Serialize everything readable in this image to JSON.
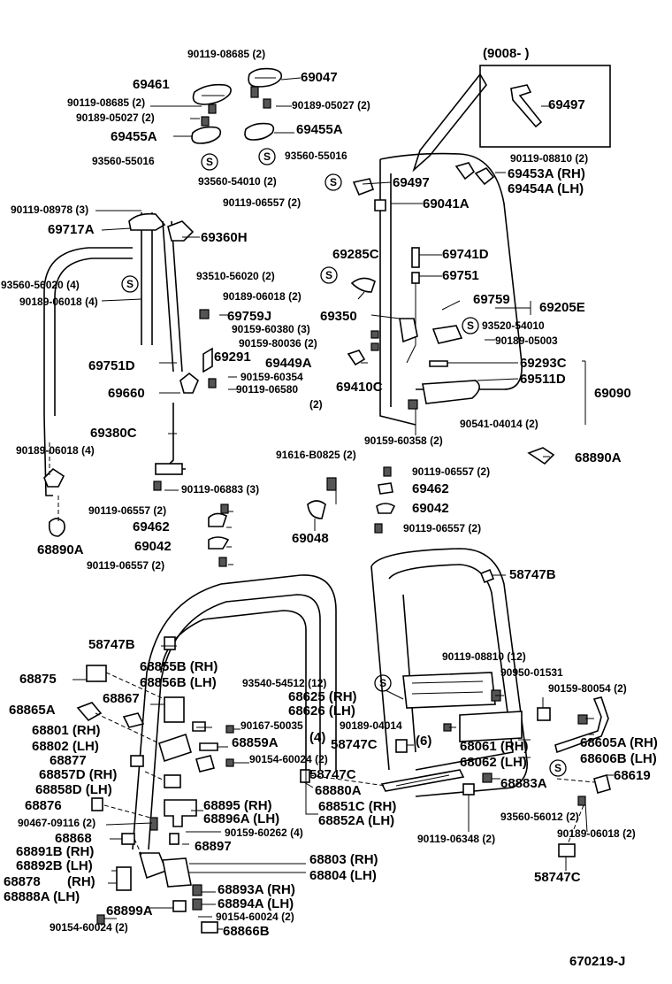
{
  "diagram_code": "670219-J",
  "inset_label": "(9008-        )",
  "s_symbol": "S",
  "labels": [
    {
      "id": "l1",
      "text": "90119-08685 (2)",
      "size": "sm"
    },
    {
      "id": "l2",
      "text": "69047",
      "size": "lg"
    },
    {
      "id": "l3",
      "text": "69461",
      "size": "lg"
    },
    {
      "id": "l4",
      "text": "90119-08685 (2)",
      "size": "sm"
    },
    {
      "id": "l5",
      "text": "90189-05027 (2)",
      "size": "sm"
    },
    {
      "id": "l6",
      "text": "90189-05027 (2)",
      "size": "sm"
    },
    {
      "id": "l7",
      "text": "69455A",
      "size": "lg"
    },
    {
      "id": "l8",
      "text": "69455A",
      "size": "lg"
    },
    {
      "id": "l9",
      "text": "93560-55016",
      "size": "sm"
    },
    {
      "id": "l10",
      "text": "93560-55016",
      "size": "sm"
    },
    {
      "id": "l11",
      "text": "69497",
      "size": "lg"
    },
    {
      "id": "l12",
      "text": "90119-08810 (2)",
      "size": "sm"
    },
    {
      "id": "l13",
      "text": "93560-54010 (2)",
      "size": "sm"
    },
    {
      "id": "l14",
      "text": "69497",
      "size": "lg"
    },
    {
      "id": "l15",
      "text": "69453A (RH)",
      "size": "lg"
    },
    {
      "id": "l16",
      "text": "69454A (LH)",
      "size": "lg"
    },
    {
      "id": "l17",
      "text": "90119-08978 (3)",
      "size": "sm"
    },
    {
      "id": "l18",
      "text": "90119-06557 (2)",
      "size": "sm"
    },
    {
      "id": "l19",
      "text": "69041A",
      "size": "lg"
    },
    {
      "id": "l20",
      "text": "69717A",
      "size": "lg"
    },
    {
      "id": "l21",
      "text": "69360H",
      "size": "lg"
    },
    {
      "id": "l22",
      "text": "69285C",
      "size": "lg"
    },
    {
      "id": "l23",
      "text": "69741D",
      "size": "lg"
    },
    {
      "id": "l24",
      "text": "93510-56020 (2)",
      "size": "sm"
    },
    {
      "id": "l25",
      "text": "69751",
      "size": "lg"
    },
    {
      "id": "l26",
      "text": "93560-56020 (4)",
      "size": "sm"
    },
    {
      "id": "l27",
      "text": "90189-06018 (2)",
      "size": "sm"
    },
    {
      "id": "l28",
      "text": "69759",
      "size": "lg"
    },
    {
      "id": "l29",
      "text": "69205E",
      "size": "lg"
    },
    {
      "id": "l30",
      "text": "90189-06018 (4)",
      "size": "sm"
    },
    {
      "id": "l31",
      "text": "69759J",
      "size": "lg"
    },
    {
      "id": "l32",
      "text": "69350",
      "size": "lg"
    },
    {
      "id": "l33",
      "text": "90159-60380 (3)",
      "size": "sm"
    },
    {
      "id": "l34",
      "text": "93520-54010",
      "size": "sm"
    },
    {
      "id": "l35",
      "text": "90159-80036 (2)",
      "size": "sm"
    },
    {
      "id": "l36",
      "text": "90189-05003",
      "size": "sm"
    },
    {
      "id": "l37",
      "text": "69291",
      "size": "lg"
    },
    {
      "id": "l38",
      "text": "69449A",
      "size": "lg"
    },
    {
      "id": "l39",
      "text": "69293C",
      "size": "lg"
    },
    {
      "id": "l40",
      "text": "69751D",
      "size": "lg"
    },
    {
      "id": "l41",
      "text": "90159-60354",
      "size": "sm"
    },
    {
      "id": "l42",
      "text": "69511D",
      "size": "lg"
    },
    {
      "id": "l43",
      "text": "69660",
      "size": "lg"
    },
    {
      "id": "l44",
      "text": "90119-06580",
      "size": "sm"
    },
    {
      "id": "l45",
      "text": "69410C",
      "size": "lg"
    },
    {
      "id": "l46",
      "text": "69090",
      "size": "lg"
    },
    {
      "id": "l47",
      "text": "(2)",
      "size": "sm"
    },
    {
      "id": "l48",
      "text": "69380C",
      "size": "lg"
    },
    {
      "id": "l49",
      "text": "90541-04014 (2)",
      "size": "sm"
    },
    {
      "id": "l50",
      "text": "90159-60358 (2)",
      "size": "sm"
    },
    {
      "id": "l51",
      "text": "90189-06018 (4)",
      "size": "sm"
    },
    {
      "id": "l52",
      "text": "91616-B0825 (2)",
      "size": "sm"
    },
    {
      "id": "l53",
      "text": "68890A",
      "size": "lg"
    },
    {
      "id": "l54",
      "text": "90119-06557 (2)",
      "size": "sm"
    },
    {
      "id": "l55",
      "text": "90119-06883 (3)",
      "size": "sm"
    },
    {
      "id": "l56",
      "text": "69462",
      "size": "lg"
    },
    {
      "id": "l57",
      "text": "90119-06557 (2)",
      "size": "sm"
    },
    {
      "id": "l58",
      "text": "69042",
      "size": "lg"
    },
    {
      "id": "l59",
      "text": "69462",
      "size": "lg"
    },
    {
      "id": "l60",
      "text": "69048",
      "size": "lg"
    },
    {
      "id": "l61",
      "text": "90119-06557 (2)",
      "size": "sm"
    },
    {
      "id": "l62",
      "text": "68890A",
      "size": "lg"
    },
    {
      "id": "l63",
      "text": "69042",
      "size": "lg"
    },
    {
      "id": "l64",
      "text": "90119-06557 (2)",
      "size": "sm"
    },
    {
      "id": "l65",
      "text": "58747B",
      "size": "lg"
    },
    {
      "id": "l66",
      "text": "58747B",
      "size": "lg"
    },
    {
      "id": "l67",
      "text": "68855B (RH)",
      "size": "lg"
    },
    {
      "id": "l68",
      "text": "68856B (LH)",
      "size": "lg"
    },
    {
      "id": "l69",
      "text": "90119-08810 (12)",
      "size": "sm"
    },
    {
      "id": "l70",
      "text": "68875",
      "size": "lg"
    },
    {
      "id": "l71",
      "text": "93540-54512 (12)",
      "size": "sm"
    },
    {
      "id": "l72",
      "text": "90950-01531",
      "size": "sm"
    },
    {
      "id": "l73",
      "text": "68625 (RH)",
      "size": "lg"
    },
    {
      "id": "l74",
      "text": "90159-80054 (2)",
      "size": "sm"
    },
    {
      "id": "l75",
      "text": "68867",
      "size": "lg"
    },
    {
      "id": "l76",
      "text": "68626 (LH)",
      "size": "lg"
    },
    {
      "id": "l77",
      "text": "68865A",
      "size": "lg"
    },
    {
      "id": "l78",
      "text": "90167-50035",
      "size": "sm"
    },
    {
      "id": "l79",
      "text": "90189-04014",
      "size": "sm"
    },
    {
      "id": "l80",
      "text": "68801 (RH)",
      "size": "lg"
    },
    {
      "id": "l81",
      "text": "68859A",
      "size": "lg"
    },
    {
      "id": "l82",
      "text": "(4)",
      "size": "lg"
    },
    {
      "id": "l83",
      "text": "58747C",
      "size": "lg"
    },
    {
      "id": "l84",
      "text": "(6)",
      "size": "lg"
    },
    {
      "id": "l85",
      "text": "68605A (RH)",
      "size": "lg"
    },
    {
      "id": "l86",
      "text": "68802 (LH)",
      "size": "lg"
    },
    {
      "id": "l87",
      "text": "68061 (RH)",
      "size": "lg"
    },
    {
      "id": "l88",
      "text": "68606B (LH)",
      "size": "lg"
    },
    {
      "id": "l89",
      "text": "68877",
      "size": "lg"
    },
    {
      "id": "l90",
      "text": "90154-60024 (2)",
      "size": "sm"
    },
    {
      "id": "l91",
      "text": "68062 (LH)",
      "size": "lg"
    },
    {
      "id": "l92",
      "text": "68857D (RH)",
      "size": "lg"
    },
    {
      "id": "l93",
      "text": "58747C",
      "size": "lg"
    },
    {
      "id": "l94",
      "text": "68619",
      "size": "lg"
    },
    {
      "id": "l95",
      "text": "68858D (LH)",
      "size": "lg"
    },
    {
      "id": "l96",
      "text": "68883A",
      "size": "lg"
    },
    {
      "id": "l97",
      "text": "68880A",
      "size": "lg"
    },
    {
      "id": "l98",
      "text": "68876",
      "size": "lg"
    },
    {
      "id": "l99",
      "text": "68895 (RH)",
      "size": "lg"
    },
    {
      "id": "l100",
      "text": "68851C (RH)",
      "size": "lg"
    },
    {
      "id": "l101",
      "text": "68896A (LH)",
      "size": "lg"
    },
    {
      "id": "l102",
      "text": "68852A (LH)",
      "size": "lg"
    },
    {
      "id": "l103",
      "text": "93560-56012 (2)",
      "size": "sm"
    },
    {
      "id": "l104",
      "text": "90467-09116 (2)",
      "size": "sm"
    },
    {
      "id": "l105",
      "text": "90159-60262 (4)",
      "size": "sm"
    },
    {
      "id": "l106",
      "text": "90189-06018 (2)",
      "size": "sm"
    },
    {
      "id": "l107",
      "text": "68868",
      "size": "lg"
    },
    {
      "id": "l108",
      "text": "90119-06348 (2)",
      "size": "sm"
    },
    {
      "id": "l109",
      "text": "68897",
      "size": "lg"
    },
    {
      "id": "l110",
      "text": "68891B (RH)",
      "size": "lg"
    },
    {
      "id": "l111",
      "text": "68803 (RH)",
      "size": "lg"
    },
    {
      "id": "l112",
      "text": "68892B (LH)",
      "size": "lg"
    },
    {
      "id": "l113",
      "text": "68804 (LH)",
      "size": "lg"
    },
    {
      "id": "l114",
      "text": "68878",
      "size": "lg"
    },
    {
      "id": "l115",
      "text": "(RH)",
      "size": "lg"
    },
    {
      "id": "l116",
      "text": "58747C",
      "size": "lg"
    },
    {
      "id": "l117",
      "text": "68888A (LH)",
      "size": "lg"
    },
    {
      "id": "l118",
      "text": "68893A (RH)",
      "size": "lg"
    },
    {
      "id": "l119",
      "text": "68894A (LH)",
      "size": "lg"
    },
    {
      "id": "l120",
      "text": "68899A",
      "size": "lg"
    },
    {
      "id": "l121",
      "text": "90154-60024 (2)",
      "size": "sm"
    },
    {
      "id": "l122",
      "text": "90154-60024 (2)",
      "size": "sm"
    },
    {
      "id": "l123",
      "text": "68866B",
      "size": "lg"
    }
  ]
}
